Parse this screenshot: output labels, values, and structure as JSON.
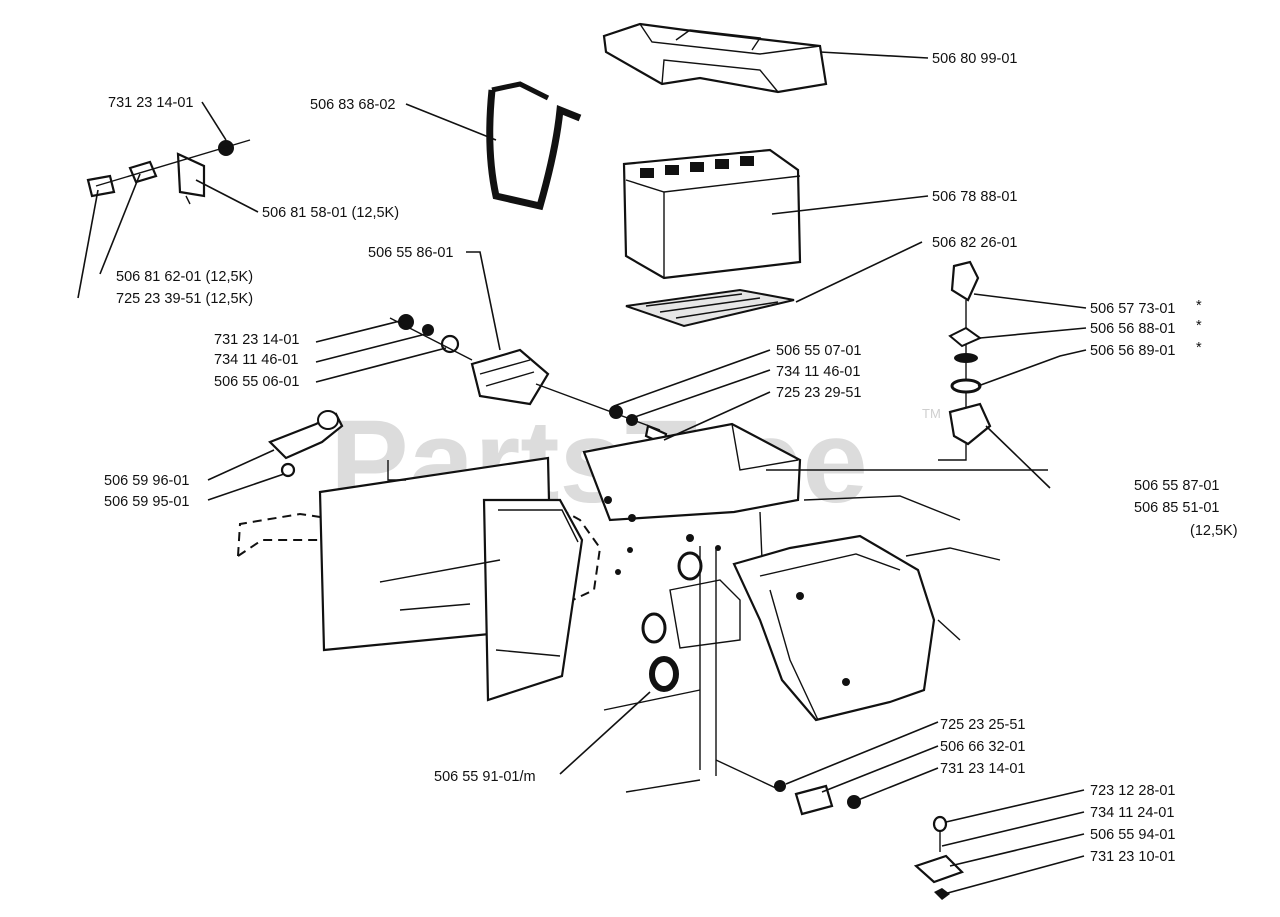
{
  "watermark": {
    "text": "PartsTree",
    "trademark": "TM"
  },
  "labels": {
    "l01": "506 80 99-01",
    "l02": "731 23 14-01",
    "l03": "506 83 68-02",
    "l04": "506 81 58-01 (12,5K)",
    "l05": "506 78 88-01",
    "l06": "506 82 26-01",
    "l07": "506 81 62-01 (12,5K)",
    "l08": "725 23 39-51 (12,5K)",
    "l09": "506 55 86-01",
    "l10": "506 57 73-01",
    "l11": "506 56 88-01",
    "l12": "506 56 89-01",
    "l13": "731 23 14-01",
    "l14": "734 11 46-01",
    "l15": "506 55 06-01",
    "l16": "506 55 07-01",
    "l17": "734 11 46-01",
    "l18": "725 23 29-51",
    "l19": "506 59 96-01",
    "l20": "506 59 95-01",
    "l21": "506 55 87-01",
    "l22": "506 85 51-01",
    "l23": "(12,5K)",
    "l24": "725 23 25-51",
    "l25": "506 66 32-01",
    "l26": "731 23 14-01",
    "l27": "506 55 91-01/m",
    "l28": "723 12 28-01",
    "l29": "734 11 24-01",
    "l30": "506 55 94-01",
    "l31": "731 23 10-01"
  },
  "markers": {
    "star": "*"
  }
}
